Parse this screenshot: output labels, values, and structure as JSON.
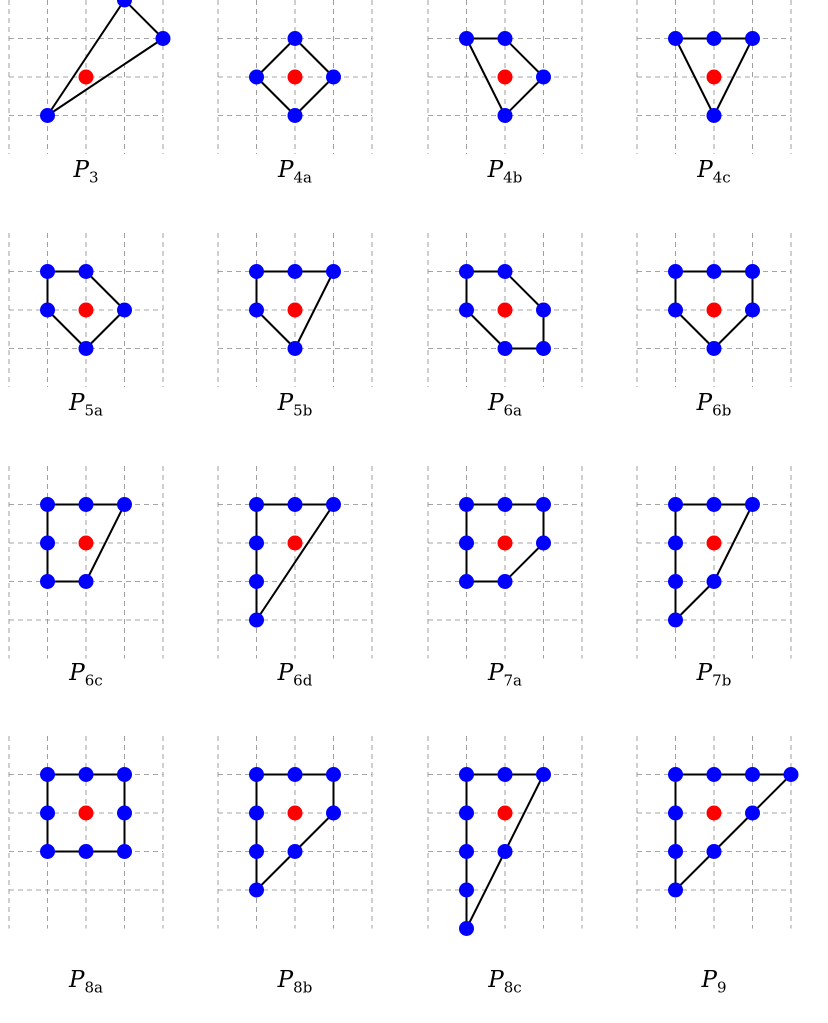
{
  "colors": {
    "vertex": "#0000ff",
    "interior": "#ff0000",
    "edge": "#000000",
    "grid": "#888888"
  },
  "panels": [
    {
      "label": {
        "base": "P",
        "sub": "3"
      },
      "vertices": [
        [
          2,
          -1
        ],
        [
          1,
          -2
        ],
        [
          -1,
          1
        ]
      ]
    },
    {
      "label": {
        "base": "P",
        "sub": "4a"
      },
      "vertices": [
        [
          0,
          -1
        ],
        [
          1,
          0
        ],
        [
          0,
          1
        ],
        [
          -1,
          0
        ]
      ]
    },
    {
      "label": {
        "base": "P",
        "sub": "4b"
      },
      "vertices": [
        [
          -1,
          -1
        ],
        [
          0,
          -1
        ],
        [
          1,
          0
        ],
        [
          0,
          1
        ]
      ]
    },
    {
      "label": {
        "base": "P",
        "sub": "4c"
      },
      "vertices": [
        [
          -1,
          -1
        ],
        [
          0,
          -1
        ],
        [
          1,
          -1
        ],
        [
          0,
          1
        ]
      ]
    },
    {
      "label": {
        "base": "P",
        "sub": "5a"
      },
      "vertices": [
        [
          -1,
          -1
        ],
        [
          0,
          -1
        ],
        [
          1,
          0
        ],
        [
          0,
          1
        ],
        [
          -1,
          0
        ]
      ]
    },
    {
      "label": {
        "base": "P",
        "sub": "5b"
      },
      "vertices": [
        [
          -1,
          -1
        ],
        [
          0,
          -1
        ],
        [
          1,
          -1
        ],
        [
          0,
          1
        ],
        [
          -1,
          0
        ]
      ]
    },
    {
      "label": {
        "base": "P",
        "sub": "6a"
      },
      "vertices": [
        [
          -1,
          -1
        ],
        [
          0,
          -1
        ],
        [
          1,
          0
        ],
        [
          1,
          1
        ],
        [
          0,
          1
        ],
        [
          -1,
          0
        ]
      ]
    },
    {
      "label": {
        "base": "P",
        "sub": "6b"
      },
      "vertices": [
        [
          -1,
          -1
        ],
        [
          0,
          -1
        ],
        [
          1,
          -1
        ],
        [
          1,
          0
        ],
        [
          0,
          1
        ],
        [
          -1,
          0
        ]
      ]
    },
    {
      "label": {
        "base": "P",
        "sub": "6c"
      },
      "vertices": [
        [
          -1,
          -1
        ],
        [
          0,
          -1
        ],
        [
          1,
          -1
        ],
        [
          0,
          1
        ],
        [
          -1,
          1
        ],
        [
          -1,
          0
        ]
      ]
    },
    {
      "label": {
        "base": "P",
        "sub": "6d"
      },
      "vertices": [
        [
          -1,
          -1
        ],
        [
          0,
          -1
        ],
        [
          1,
          -1
        ],
        [
          -1,
          2
        ],
        [
          -1,
          1
        ],
        [
          -1,
          0
        ]
      ]
    },
    {
      "label": {
        "base": "P",
        "sub": "7a"
      },
      "vertices": [
        [
          -1,
          -1
        ],
        [
          0,
          -1
        ],
        [
          1,
          -1
        ],
        [
          1,
          0
        ],
        [
          0,
          1
        ],
        [
          -1,
          1
        ],
        [
          -1,
          0
        ]
      ]
    },
    {
      "label": {
        "base": "P",
        "sub": "7b"
      },
      "vertices": [
        [
          -1,
          -1
        ],
        [
          0,
          -1
        ],
        [
          1,
          -1
        ],
        [
          0,
          1
        ],
        [
          -1,
          2
        ],
        [
          -1,
          1
        ],
        [
          -1,
          0
        ]
      ]
    },
    {
      "label": {
        "base": "P",
        "sub": "8a"
      },
      "vertices": [
        [
          -1,
          -1
        ],
        [
          0,
          -1
        ],
        [
          1,
          -1
        ],
        [
          1,
          0
        ],
        [
          1,
          1
        ],
        [
          0,
          1
        ],
        [
          -1,
          1
        ],
        [
          -1,
          0
        ]
      ]
    },
    {
      "label": {
        "base": "P",
        "sub": "8b"
      },
      "vertices": [
        [
          -1,
          -1
        ],
        [
          0,
          -1
        ],
        [
          1,
          -1
        ],
        [
          1,
          0
        ],
        [
          0,
          1
        ],
        [
          -1,
          2
        ],
        [
          -1,
          1
        ],
        [
          -1,
          0
        ]
      ]
    },
    {
      "label": {
        "base": "P",
        "sub": "8c"
      },
      "vertices": [
        [
          -1,
          -1
        ],
        [
          0,
          -1
        ],
        [
          1,
          -1
        ],
        [
          0,
          1
        ],
        [
          -1,
          3
        ],
        [
          -1,
          2
        ],
        [
          -1,
          1
        ],
        [
          -1,
          0
        ]
      ]
    },
    {
      "label": {
        "base": "P",
        "sub": "9"
      },
      "vertices": [
        [
          -1,
          -1
        ],
        [
          0,
          -1
        ],
        [
          1,
          -1
        ],
        [
          2,
          -1
        ],
        [
          1,
          0
        ],
        [
          0,
          1
        ],
        [
          -1,
          2
        ],
        [
          -1,
          1
        ],
        [
          -1,
          0
        ]
      ]
    }
  ]
}
